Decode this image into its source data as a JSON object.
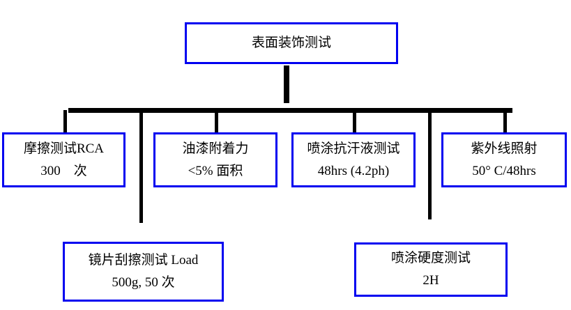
{
  "diagram": {
    "root": {
      "label": "表面装饰测试"
    },
    "branches": [
      {
        "line1": "摩擦测试RCA",
        "line2": "300　次"
      },
      {
        "line1": "油漆附着力",
        "line2": "<5% 面积"
      },
      {
        "line1": "喷涂抗汗液测试",
        "line2": "48hrs (4.2ph)"
      },
      {
        "line1": "紫外线照射",
        "line2": "50° C/48hrs"
      },
      {
        "line1": "镜片刮擦测试 Load",
        "line2": "500g, 50 次"
      },
      {
        "line1": "喷涂硬度测试",
        "line2": "2H"
      }
    ],
    "colors": {
      "box_border": "#0000f0",
      "connector_line": "#000000",
      "background": "#ffffff",
      "text": "#000000"
    }
  }
}
